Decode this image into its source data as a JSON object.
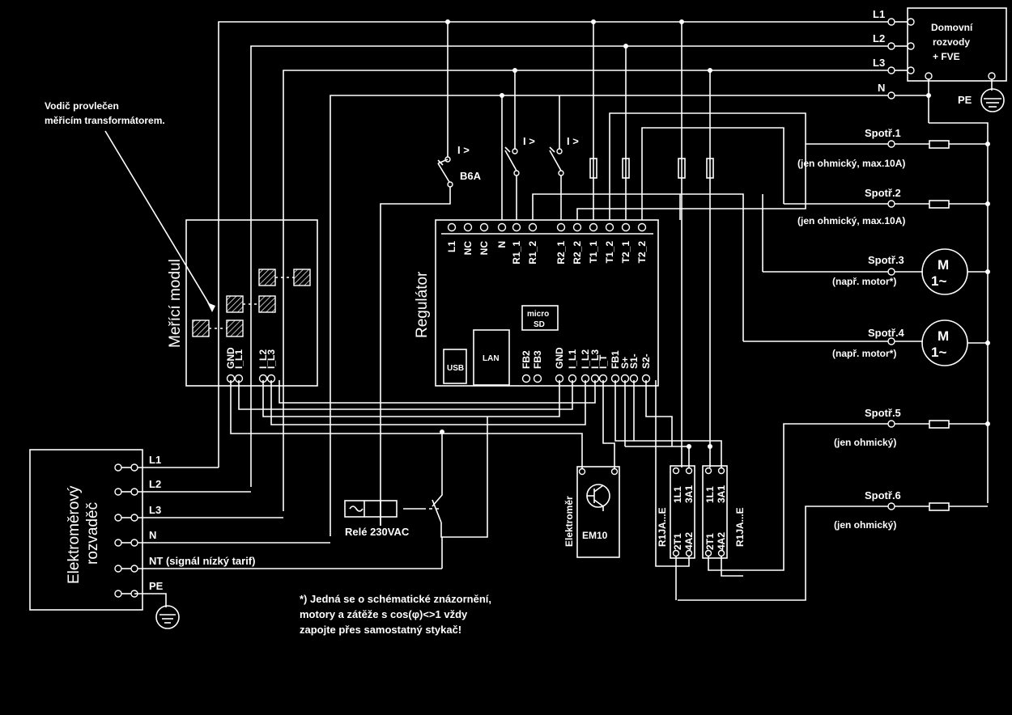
{
  "sources": {
    "house": {
      "name_line1": "Domovní",
      "name_line2": "rozvody",
      "name_line3": "+ FVE"
    },
    "lines": {
      "l1": "L1",
      "l2": "L2",
      "l3": "L3",
      "n": "N",
      "pe": "PE"
    }
  },
  "note_ct": {
    "line1": "Vodič provlečen",
    "line2": "měřicím transformátorem."
  },
  "meter_module": {
    "title": "Meřící modul",
    "pins": [
      "GND",
      "I_L1",
      "I_L2",
      "I_L3"
    ]
  },
  "breakers": {
    "left_symbol": "I >",
    "left_rating": "B6A",
    "mid_symbol": "I >",
    "right_symbol": "I >"
  },
  "regulator": {
    "title": "Regulátor",
    "top_pins": [
      "L1",
      "NC",
      "NC",
      "N",
      "R1_1",
      "R1_2",
      "R2_1",
      "R2_2",
      "T1_1",
      "T1_2",
      "T2_1",
      "T2_2"
    ],
    "bottom_pins": [
      "FB2",
      "FB3",
      "GND",
      "I_L1",
      "I_L2",
      "I_L3",
      "I_T",
      "FB1",
      "S+",
      "S1-",
      "S2-"
    ],
    "usb": "USB",
    "lan": "LAN",
    "sd_line1": "micro",
    "sd_line2": "SD"
  },
  "loads": [
    {
      "name": "Spotř.1",
      "note": "(jen ohmický, max.10A)"
    },
    {
      "name": "Spotř.2",
      "note": "(jen ohmický, max.10A)"
    },
    {
      "name": "Spotř.3",
      "note": "(např. motor*)",
      "motor_label": "M",
      "motor_symbol": "1~"
    },
    {
      "name": "Spotř.4",
      "note": "(např. motor*)",
      "motor_label": "M",
      "motor_symbol": "1~"
    },
    {
      "name": "Spotř.5",
      "note": "(jen ohmický)"
    },
    {
      "name": "Spotř.6",
      "note": "(jen ohmický)"
    }
  ],
  "ssr": [
    {
      "type": "R1JA...E",
      "top_pins": [
        "1L1",
        "3A1"
      ],
      "bottom_pins": [
        "2T1",
        "4A2"
      ]
    },
    {
      "type": "R1JA...E",
      "top_pins": [
        "1L1",
        "3A1"
      ],
      "bottom_pins": [
        "2T1",
        "4A2"
      ]
    }
  ],
  "em10": {
    "side_label": "Elektroměr",
    "name": "EM10"
  },
  "relay": {
    "label": "Relé 230VAC"
  },
  "meter_board": {
    "title_line1": "Elektroměrový",
    "title_line2": "rozvaděč",
    "rows": [
      "L1",
      "L2",
      "L3",
      "N",
      "NT (signál nízký tarif)",
      "PE"
    ]
  },
  "footnote": {
    "line1": "*) Jedná se o schématické znázornění,",
    "line2": "motory a zátěže s cos(φ)<>1 vždy",
    "line3": "zapojte přes samostatný stykač!"
  }
}
